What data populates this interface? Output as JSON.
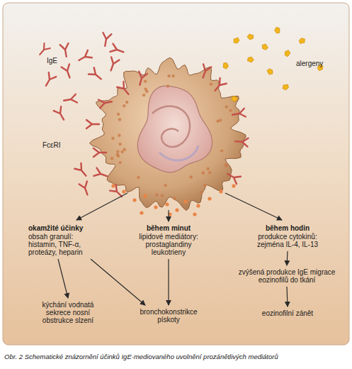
{
  "diagram": {
    "caption": "Obr. 2 Schematické znázornění účinků IgE-mediovaného uvolnění prozánětlivých mediátorů",
    "nodes": [
      {
        "text": [
          "okamžité účinky",
          "obsah granulí: histamin, TNF-α, proteázy, heparin"
        ]
      },
      {
        "text": [
          "během minut",
          "lipidové mediátory: prostaglandiny leukotrieny"
        ]
      },
      {
        "text": [
          "během hodin",
          "produkce cytokinů: zejména IL-4, IL-13"
        ]
      },
      {
        "text": [
          "kýchání vodnatá sekrece nosní obstrukce slzení"
        ]
      },
      {
        "text": [
          "bronchokonstrikce pískoty"
        ]
      },
      {
        "text": [
          "zvýšená produkce IgE migrace eozinofilů do tkání"
        ]
      },
      {
        "text": [
          "eozinofilní zánět"
        ]
      }
    ],
    "edges": [
      {
        "from": 0,
        "to": 3,
        "arrow": "to"
      },
      {
        "from": 0,
        "to": 4,
        "arrow": "to"
      },
      {
        "from": 1,
        "to": 4,
        "arrow": "to"
      },
      {
        "from": 2,
        "to": 5,
        "arrow": "to"
      },
      {
        "from": 5,
        "to": 6,
        "arrow": "to"
      }
    ],
    "labels": [
      "IgE",
      "alergeny",
      "FcεRI"
    ]
  }
}
